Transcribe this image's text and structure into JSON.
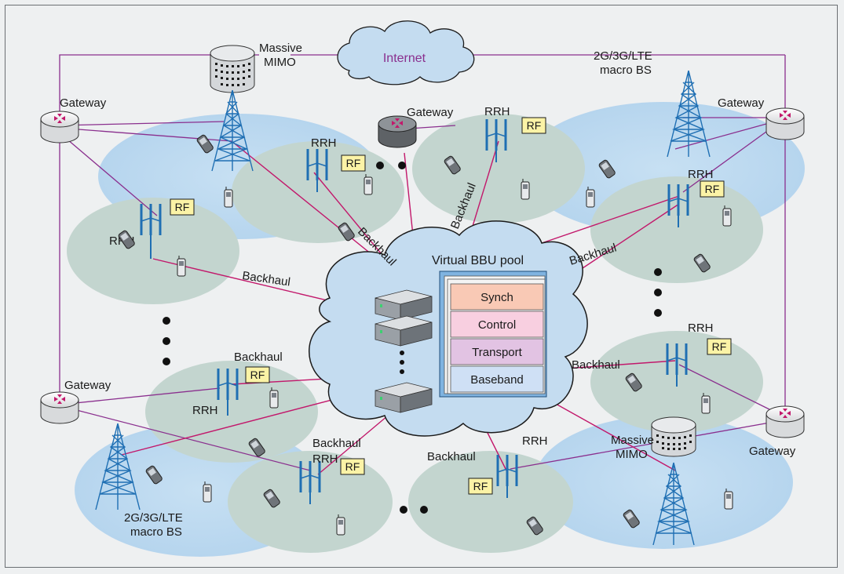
{
  "internet_label": "Internet",
  "pool": {
    "title": "Virtual BBU pool",
    "layers": [
      "Synch",
      "Control",
      "Transport",
      "Baseband"
    ],
    "layer_colors": [
      "#f9c9b5",
      "#f8cfe0",
      "#e2c3e3",
      "#cfe0f5"
    ]
  },
  "gateways": [
    "Gateway",
    "Gateway",
    "Gateway",
    "Gateway",
    "Gateway"
  ],
  "massive_mimo_top": [
    "Massive",
    "MIMO"
  ],
  "massive_mimo_bottom": [
    "Massive",
    "MIMO"
  ],
  "macro_top": [
    "2G/3G/LTE",
    "macro BS"
  ],
  "macro_bottom": [
    "2G/3G/LTE",
    "macro BS"
  ],
  "rrh": "RRH",
  "rf": "RF",
  "backhaul": "Backhaul",
  "colors": {
    "link": "#c2186b",
    "gw_link": "#8a2f8e",
    "cell_blue": "#bcd8ee",
    "cell_gray": "#c9d9d4",
    "antenna": "#1f6fb3",
    "rf_fill": "#fbf3a6"
  },
  "icons": [
    "router-icon",
    "cloud-icon",
    "server-icon",
    "antenna-icon",
    "tower-icon",
    "phone-icon",
    "mimo-icon"
  ]
}
